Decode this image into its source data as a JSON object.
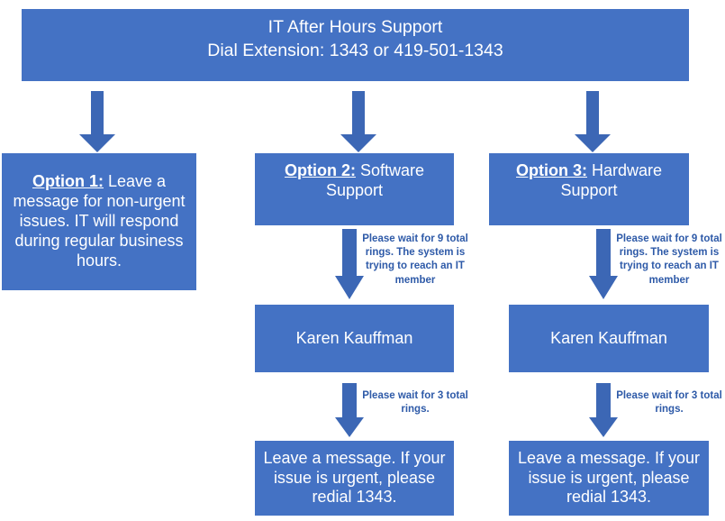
{
  "title": "IT After Hours Support Flowchart",
  "colors": {
    "box_fill": "#4472C4",
    "box_text": "#FFFFFF",
    "arrow_fill": "#3C67B5",
    "note_text": "#2E5AA8",
    "background": "#FFFFFF"
  },
  "header": {
    "line1": "IT After Hours Support",
    "line2": "Dial Extension: 1343 or 419-501-1343"
  },
  "options": [
    {
      "id": "option-1",
      "lead": "Option 1:",
      "body": " Leave a message for non-urgent issues. IT will respond during regular business hours."
    },
    {
      "id": "option-2",
      "lead": "Option 2:",
      "body": " Software Support"
    },
    {
      "id": "option-3",
      "lead": "Option 3:",
      "body": " Hardware Support"
    }
  ],
  "branches": {
    "software": {
      "note_rings_9": "Please wait for 9 total rings. The system is trying to reach an IT member",
      "contact": "Karen Kauffman",
      "note_rings_3": "Please wait for 3 total rings.",
      "final": "Leave a message. If your issue is urgent, please redial 1343."
    },
    "hardware": {
      "note_rings_9": "Please wait for 9 total rings. The system is trying to reach an IT member",
      "contact": "Karen Kauffman",
      "note_rings_3": "Please wait for 3 total rings.",
      "final": "Leave a message. If your issue is urgent, please redial 1343."
    }
  },
  "icons": {
    "arrow_down": "down-arrow-icon"
  }
}
